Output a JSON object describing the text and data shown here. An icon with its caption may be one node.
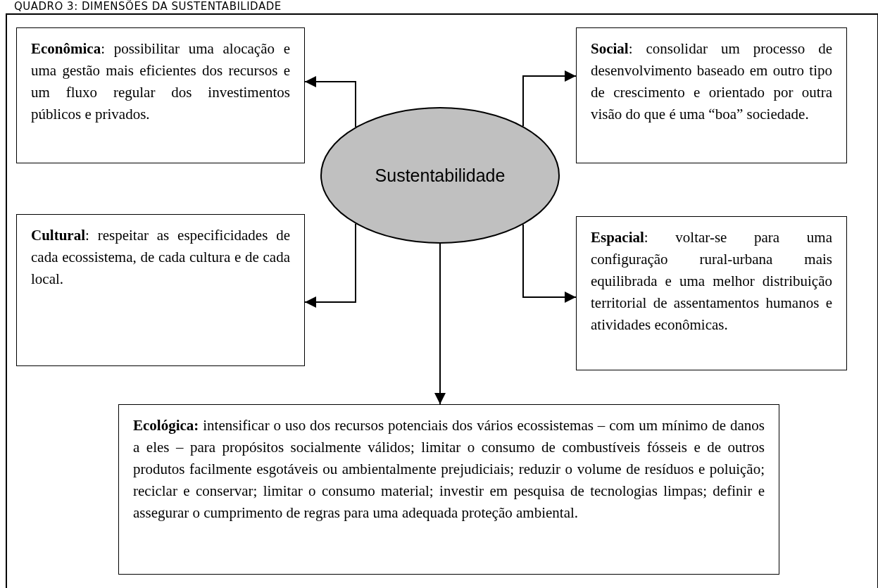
{
  "diagram": {
    "title": "QUADRO 3: DIMENSÕES DA SUSTENTABILIDADE",
    "nodes": [
      {
        "text": [
          "**Econômica**: possibilitar uma alocação e uma gestão mais eficientes dos recursos e um fluxo regular dos investimentos públicos e privados."
        ]
      },
      {
        "text": [
          "**Social**: consolidar um processo de desenvolvimento baseado em outro tipo de crescimento e orientado por outra visão do que é uma “boa” sociedade."
        ]
      },
      {
        "text": [
          "Sustentabilidade"
        ]
      },
      {
        "text": [
          "**Cultural**: respeitar as especificidades de cada ecossistema, de cada cultura e de cada local."
        ]
      },
      {
        "text": [
          "**Espacial**: voltar-se para uma configuração rural-urbana mais equilibrada e uma melhor distribuição territorial de assentamentos humanos e atividades econômicas."
        ]
      },
      {
        "text": [
          "**Ecológica:** intensificar o uso dos recursos potenciais dos vários ecossistemas – com um mínimo de danos a eles – para propósitos socialmente válidos; limitar o consumo de combustíveis fósseis e de outros produtos facilmente esgotáveis ou ambientalmente prejudiciais; reduzir o volume de resíduos e poluição; reciclar e conservar; limitar o consumo material; investir em pesquisa de tecnologias limpas; definir e assegurar o cumprimento de regras para uma adequada proteção ambiental."
        ]
      }
    ],
    "edges": [
      {
        "from": 2,
        "to": 0,
        "arrow": "to"
      },
      {
        "from": 2,
        "to": 1,
        "arrow": "to"
      },
      {
        "from": 2,
        "to": 3,
        "arrow": "to"
      },
      {
        "from": 2,
        "to": 4,
        "arrow": "to"
      },
      {
        "from": 2,
        "to": 5,
        "arrow": "to"
      }
    ]
  }
}
